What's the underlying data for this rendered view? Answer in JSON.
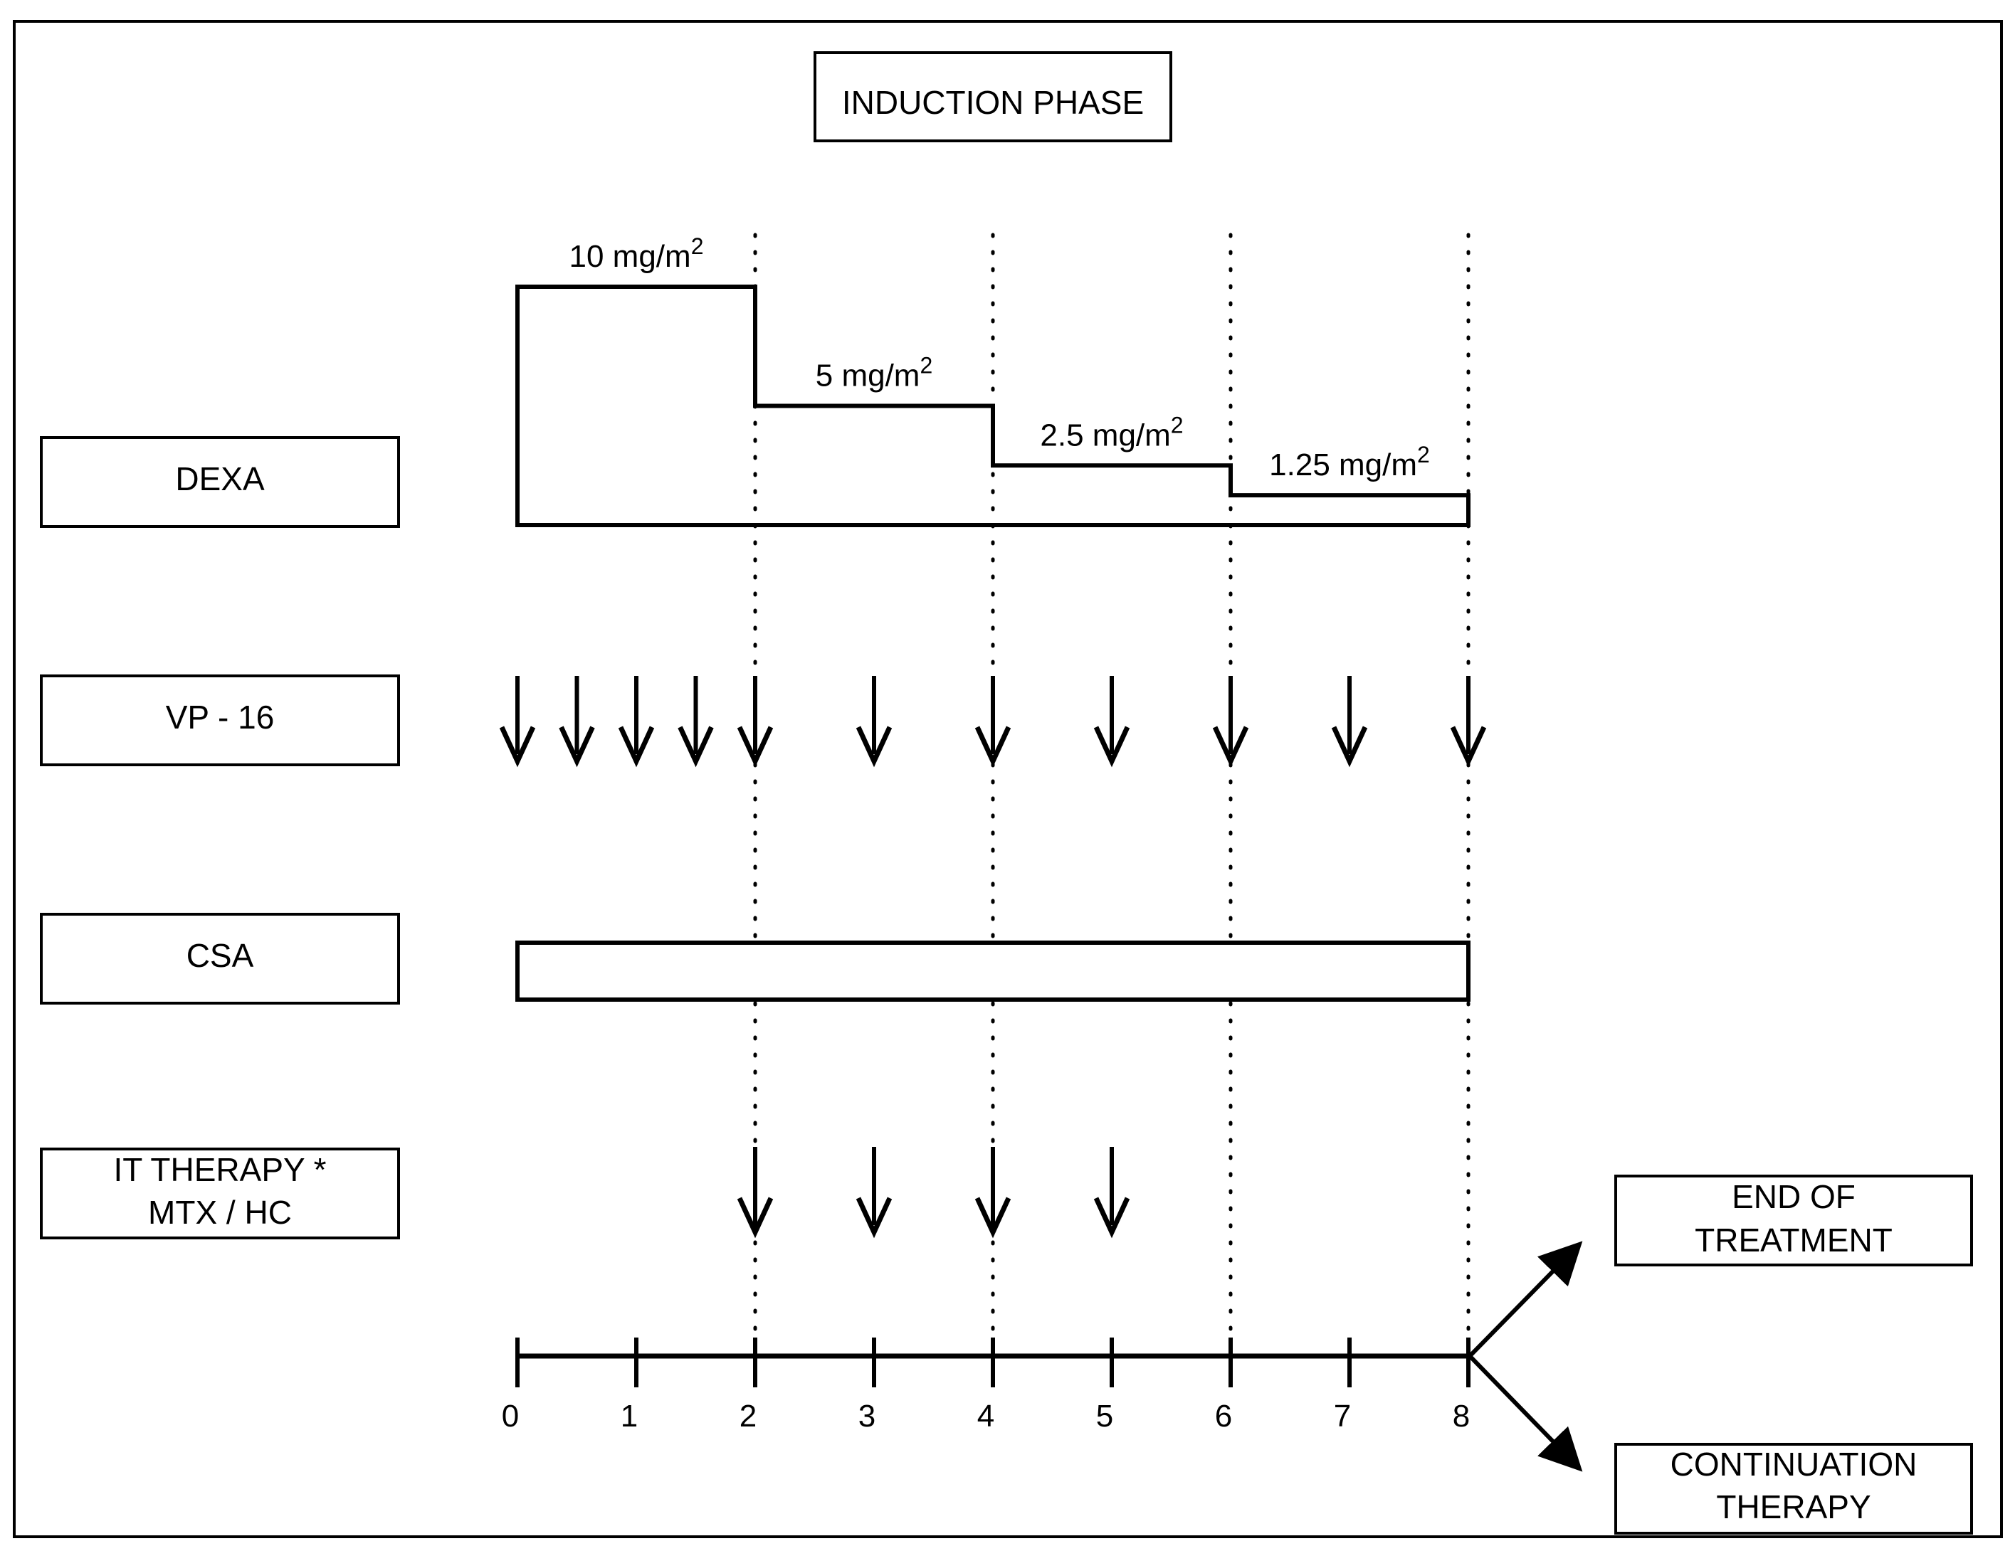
{
  "title": "INDUCTION PHASE",
  "rows": {
    "dexa": "DEXA",
    "vp16": "VP - 16",
    "csa": "CSA",
    "it_line1": "IT THERAPY *",
    "it_line2": "MTX / HC"
  },
  "doses": [
    {
      "value": "10",
      "unit": "mg/m",
      "exp": "2",
      "level": 10
    },
    {
      "value": "5",
      "unit": "mg/m",
      "exp": "2",
      "level": 5
    },
    {
      "value": "2.5",
      "unit": "mg/m",
      "exp": "2",
      "level": 2.5
    },
    {
      "value": "1.25",
      "unit": "mg/m",
      "exp": "2",
      "level": 1.25
    }
  ],
  "axis_ticks": [
    "0",
    "1",
    "2",
    "3",
    "4",
    "5",
    "6",
    "7",
    "8"
  ],
  "vp16_weeks": [
    0,
    0.5,
    1,
    1.5,
    2,
    3,
    4,
    5,
    6,
    7,
    8
  ],
  "it_weeks": [
    2,
    3,
    4,
    5
  ],
  "csa_span": [
    0,
    8
  ],
  "dotted_weeks": [
    2,
    4,
    6,
    8
  ],
  "outcomes": {
    "end_line1": "END OF",
    "end_line2": "TREATMENT",
    "cont_line1": "CONTINUATION",
    "cont_line2": "THERAPY"
  }
}
